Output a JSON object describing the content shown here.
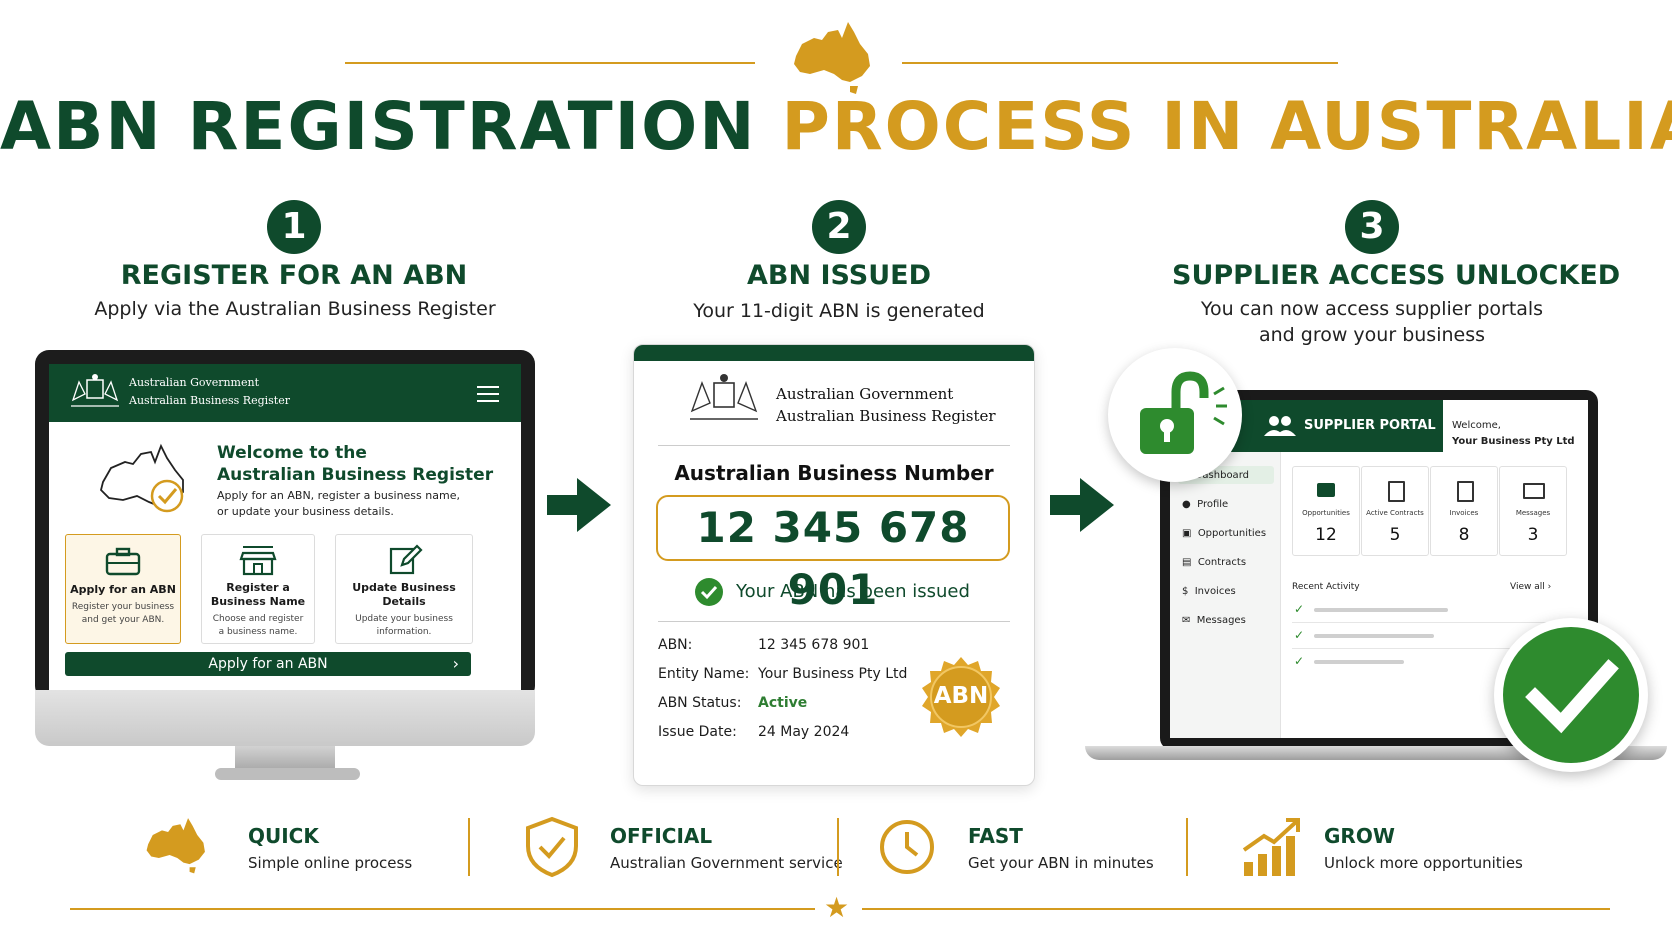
{
  "header": {
    "title_part1": "ABN REGISTRATION",
    "title_part2": "PROCESS IN AUSTRALIA"
  },
  "steps": [
    {
      "number": "1",
      "title": "REGISTER FOR AN ABN",
      "subtitle": "Apply via the Australian Business Register"
    },
    {
      "number": "2",
      "title": "ABN ISSUED",
      "subtitle": "Your 11-digit ABN is generated"
    },
    {
      "number": "3",
      "title": "SUPPLIER ACCESS UNLOCKED",
      "subtitle_line1": "You can now access supplier portals",
      "subtitle_line2": "and grow your business"
    }
  ],
  "register_screen": {
    "gov_line1": "Australian Government",
    "gov_line2": "Australian Business Register",
    "welcome_line1": "Welcome to the",
    "welcome_line2": "Australian Business Register",
    "intro_line1": "Apply for an ABN, register a business name,",
    "intro_line2": "or update your business details.",
    "cards": [
      {
        "title": "Apply for an ABN",
        "desc_line1": "Register your business",
        "desc_line2": "and get your ABN."
      },
      {
        "title_line1": "Register a",
        "title_line2": "Business Name",
        "desc_line1": "Choose and register",
        "desc_line2": "a business name."
      },
      {
        "title_line1": "Update Business",
        "title_line2": "Details",
        "desc_line1": "Update your business",
        "desc_line2": "information."
      }
    ],
    "apply_button": "Apply for an ABN"
  },
  "abn_certificate": {
    "gov_line1": "Australian Government",
    "gov_line2": "Australian Business Register",
    "heading": "Australian Business Number",
    "abn_number": "12 345 678 901",
    "issued_message": "Your ABN has been issued",
    "fields": [
      {
        "label": "ABN:",
        "value": "12 345 678 901"
      },
      {
        "label": "Entity Name:",
        "value": "Your Business Pty Ltd"
      },
      {
        "label": "ABN Status:",
        "value": "Active"
      },
      {
        "label": "Issue Date:",
        "value": "24 May 2024"
      }
    ],
    "seal_text": "ABN"
  },
  "supplier_portal": {
    "title": "SUPPLIER PORTAL",
    "welcome": "Welcome,",
    "business": "Your Business Pty Ltd",
    "nav": [
      "Dashboard",
      "Profile",
      "Opportunities",
      "Contracts",
      "Invoices",
      "Messages"
    ],
    "stats": [
      {
        "label": "Opportunities",
        "value": "12",
        "icon": "briefcase-icon"
      },
      {
        "label": "Active Contracts",
        "value": "5",
        "icon": "document-icon"
      },
      {
        "label": "Invoices",
        "value": "8",
        "icon": "invoice-icon"
      },
      {
        "label": "Messages",
        "value": "3",
        "icon": "mail-icon"
      }
    ],
    "recent_activity": "Recent Activity",
    "view_all": "View all"
  },
  "benefits": [
    {
      "title": "QUICK",
      "desc": "Simple online process",
      "icon": "australia-map-icon"
    },
    {
      "title": "OFFICIAL",
      "desc": "Australian Government service",
      "icon": "shield-check-icon"
    },
    {
      "title": "FAST",
      "desc": "Get your ABN in minutes",
      "icon": "clock-icon"
    },
    {
      "title": "GROW",
      "desc": "Unlock more opportunities",
      "icon": "growth-chart-icon"
    }
  ],
  "colors": {
    "primary_green": "#0f4a2c",
    "accent_gold": "#d49b1f",
    "success_green": "#2e8b2e"
  }
}
